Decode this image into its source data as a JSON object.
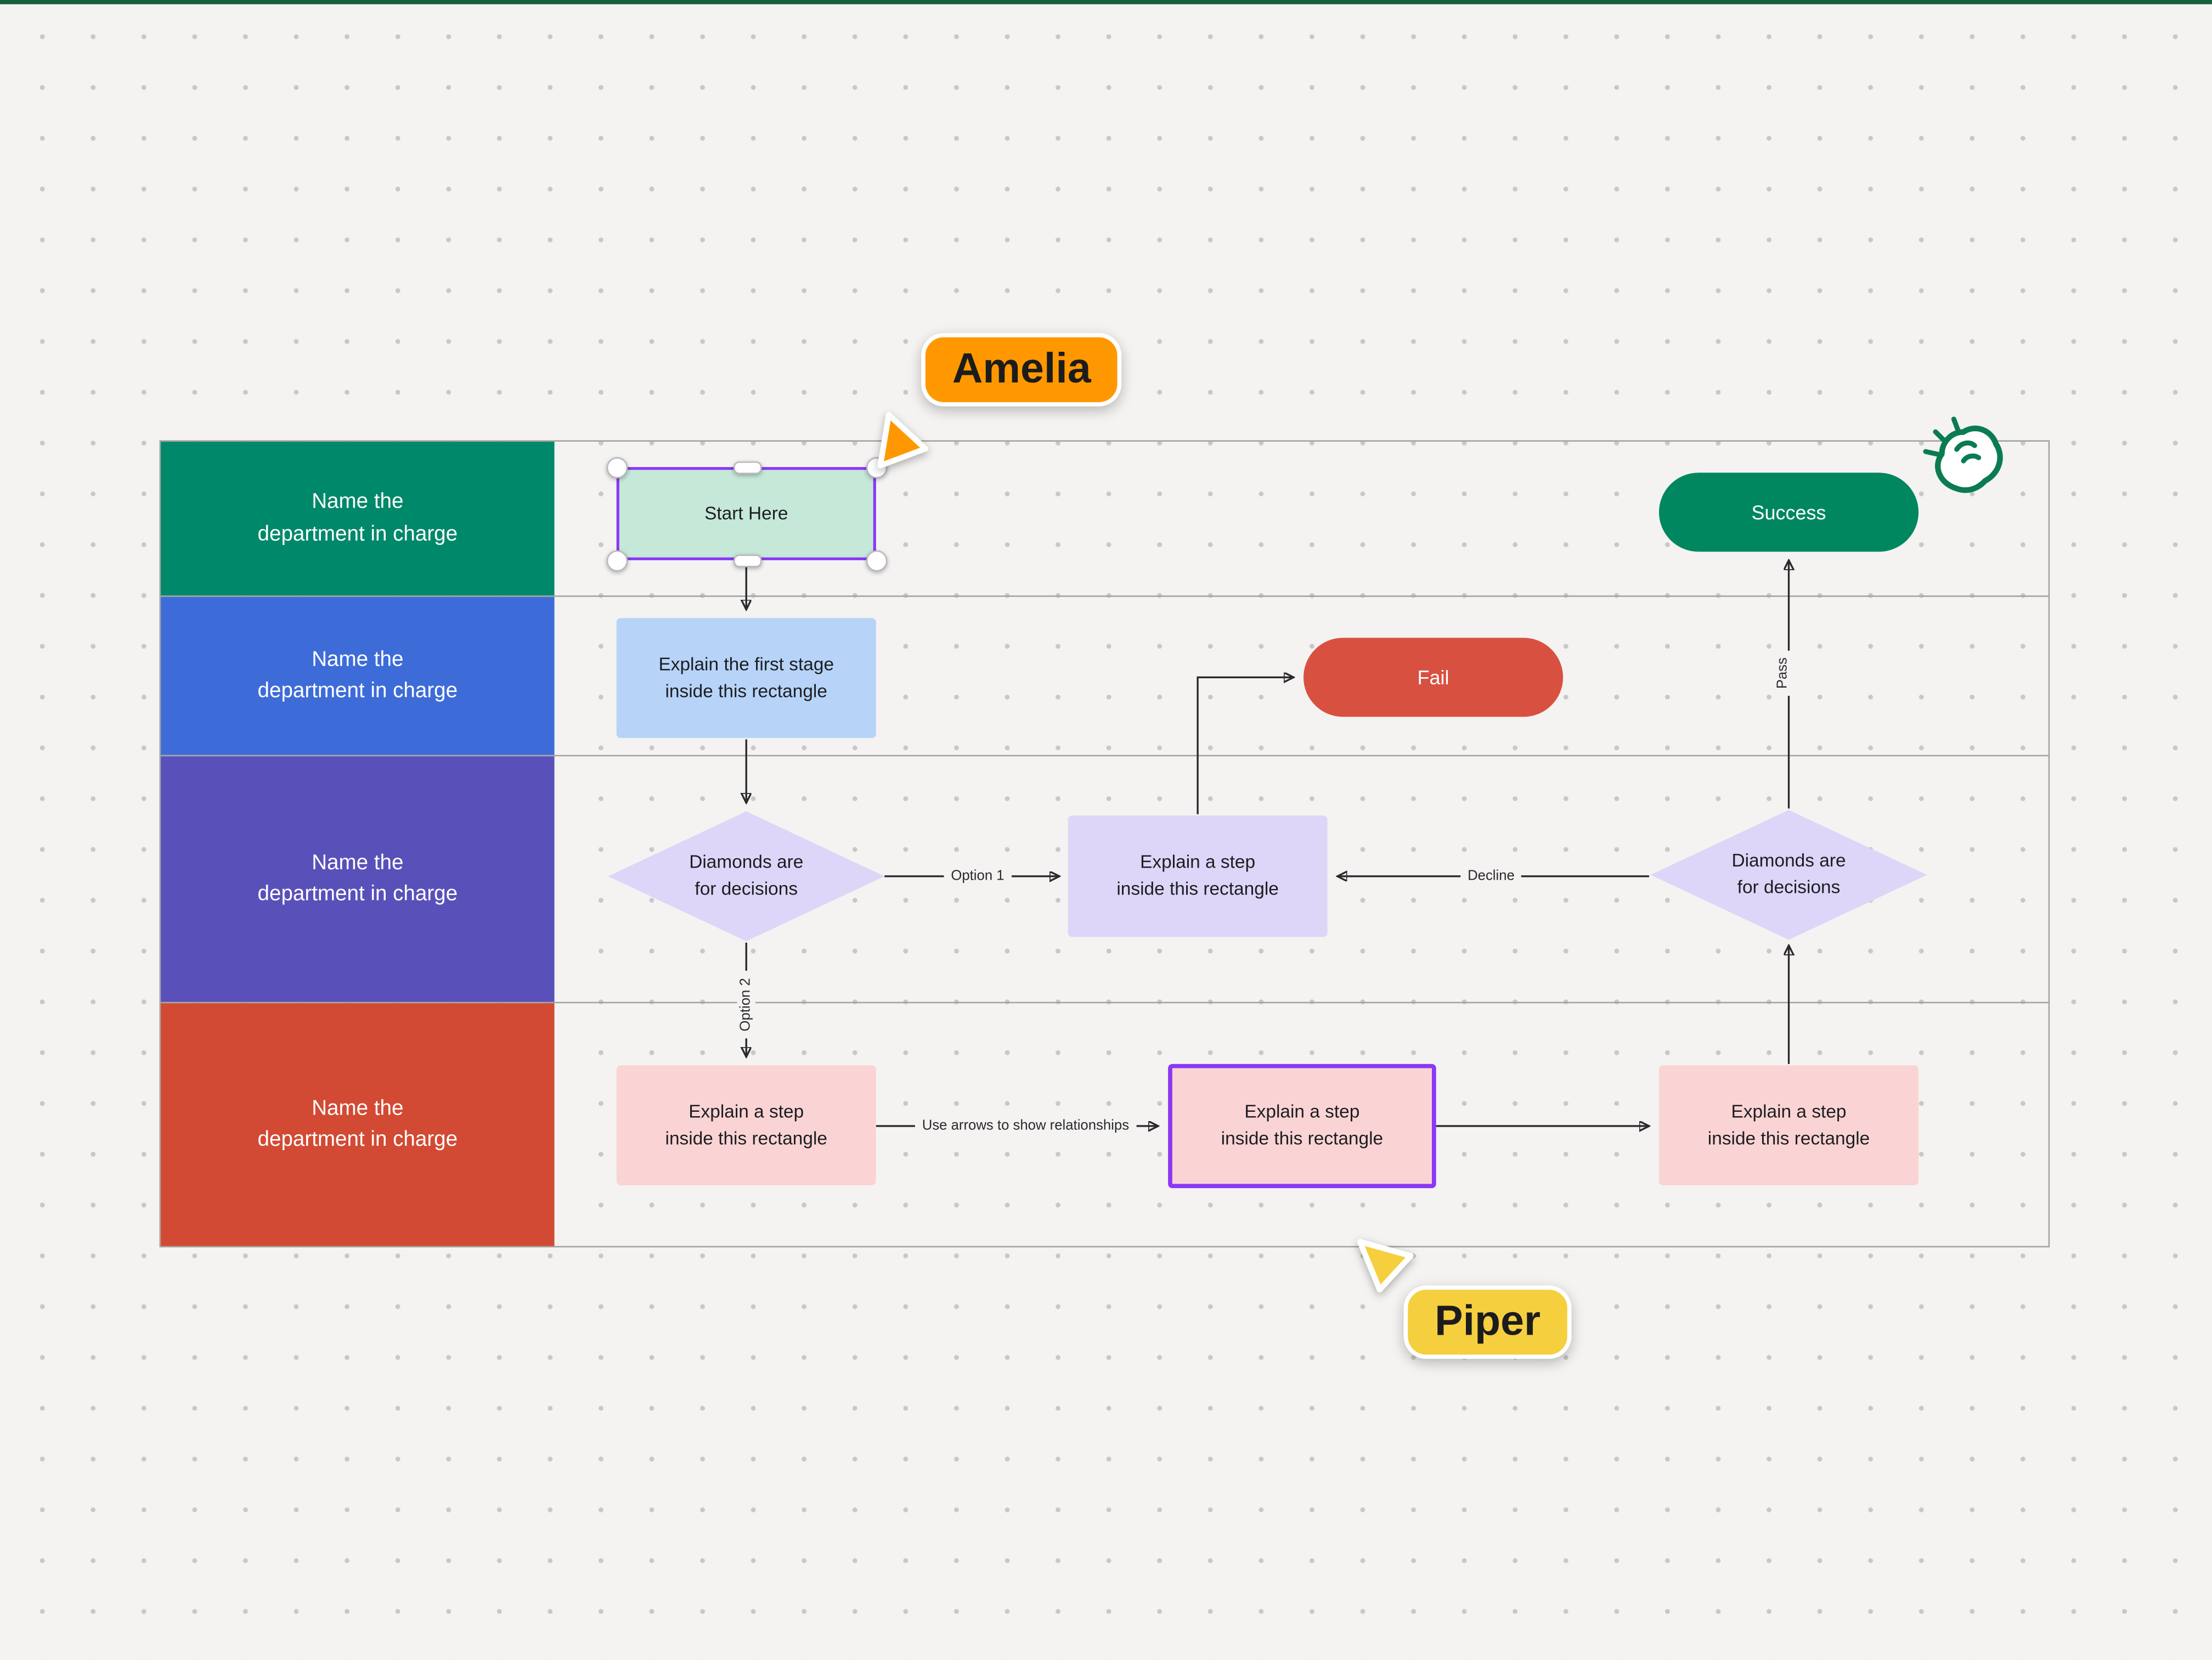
{
  "app": {
    "top_edge_color": "#17613e",
    "canvas_bg": "#f4f3f1",
    "dot_color": "#c8c8c4",
    "selection_color": "#8a38f5"
  },
  "swimlanes": {
    "rows": [
      {
        "label": "Name the\ndepartment in charge",
        "color": "#00886a"
      },
      {
        "label": "Name the\ndepartment in charge",
        "color": "#3d6cd8"
      },
      {
        "label": "Name the\ndepartment in charge",
        "color": "#5a50ba"
      },
      {
        "label": "Name the\ndepartment in charge",
        "color": "#d24a33"
      }
    ]
  },
  "nodes": {
    "start": {
      "label": "Start Here",
      "fill": "#c5e8d8",
      "selected": true
    },
    "first_stage": {
      "label": "Explain the first stage\ninside this rectangle",
      "fill": "#b7d4f8"
    },
    "decision_left": {
      "label": "Diamonds are\nfor decisions",
      "fill": "#ddd6f8"
    },
    "step_mid": {
      "label": "Explain a step\ninside this rectangle",
      "fill": "#ddd6f8"
    },
    "fail": {
      "label": "Fail",
      "fill": "#d85140",
      "text_color": "#ffffff"
    },
    "success": {
      "label": "Success",
      "fill": "#00875f",
      "text_color": "#ffffff"
    },
    "decision_right": {
      "label": "Diamonds are\nfor decisions",
      "fill": "#ddd6f8"
    },
    "step_bottom_left": {
      "label": "Explain a step\ninside this rectangle",
      "fill": "#fad4d4"
    },
    "step_bottom_mid": {
      "label": "Explain a step\ninside this rectangle",
      "fill": "#fad4d4",
      "selected": true
    },
    "step_bottom_right": {
      "label": "Explain a step\ninside this rectangle",
      "fill": "#fad4d4"
    }
  },
  "edge_labels": {
    "option1": "Option 1",
    "option2": "Option 2",
    "decline": "Decline",
    "pass": "Pass",
    "relationships": "Use arrows to show relationships"
  },
  "cursors": [
    {
      "name": "Amelia",
      "color": "#ff9800"
    },
    {
      "name": "Piper",
      "color": "#f6cf3f"
    }
  ],
  "sticker": {
    "name": "snap-hand",
    "color": "#0b7b52"
  }
}
